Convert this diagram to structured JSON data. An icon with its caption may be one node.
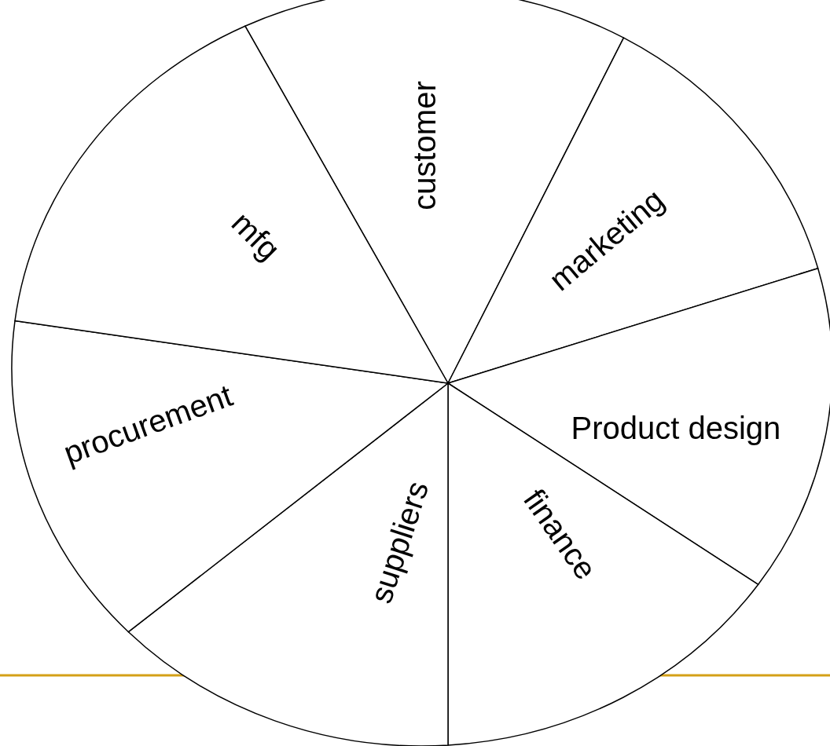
{
  "diagram": {
    "nodes": [
      {
        "text": [
          "customer"
        ]
      },
      {
        "text": [
          "marketing"
        ]
      },
      {
        "text": [
          "Product design"
        ]
      },
      {
        "text": [
          "finance"
        ]
      },
      {
        "text": [
          "suppliers"
        ]
      },
      {
        "text": [
          "procurement"
        ]
      },
      {
        "text": [
          "mfg"
        ]
      }
    ]
  }
}
